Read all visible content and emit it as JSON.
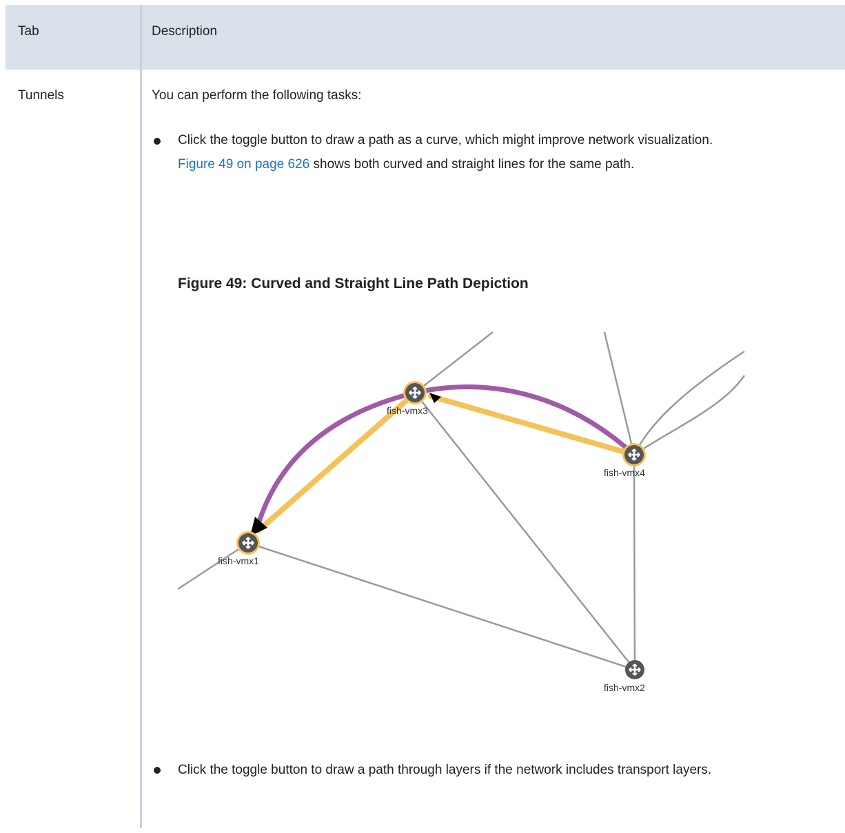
{
  "table": {
    "headers": {
      "tab": "Tab",
      "description": "Description"
    },
    "row": {
      "tab": "Tunnels",
      "intro": "You can perform the following tasks:",
      "bullets": [
        "Click the toggle button to draw a path as a curve, which might improve network visualization.",
        "Click the toggle button to draw a path through layers if the network includes transport layers."
      ],
      "reference": {
        "link_text": "Figure 49 on page 626",
        "rest_text": " shows both curved and straight lines for the same path."
      },
      "figure": {
        "title": "Figure 49: Curved and Straight Line Path Depiction",
        "nodes": {
          "vmx1": "fish-vmx1",
          "vmx2": "fish-vmx2",
          "vmx3": "fish-vmx3",
          "vmx4": "fish-vmx4"
        }
      }
    }
  },
  "colors": {
    "header_bg": "#d9e2ea",
    "link": "#1a73c8",
    "curved_path": "#a05aa8",
    "straight_path": "#f5c25a",
    "link_line": "#9a9a9a",
    "node": "#555555"
  }
}
